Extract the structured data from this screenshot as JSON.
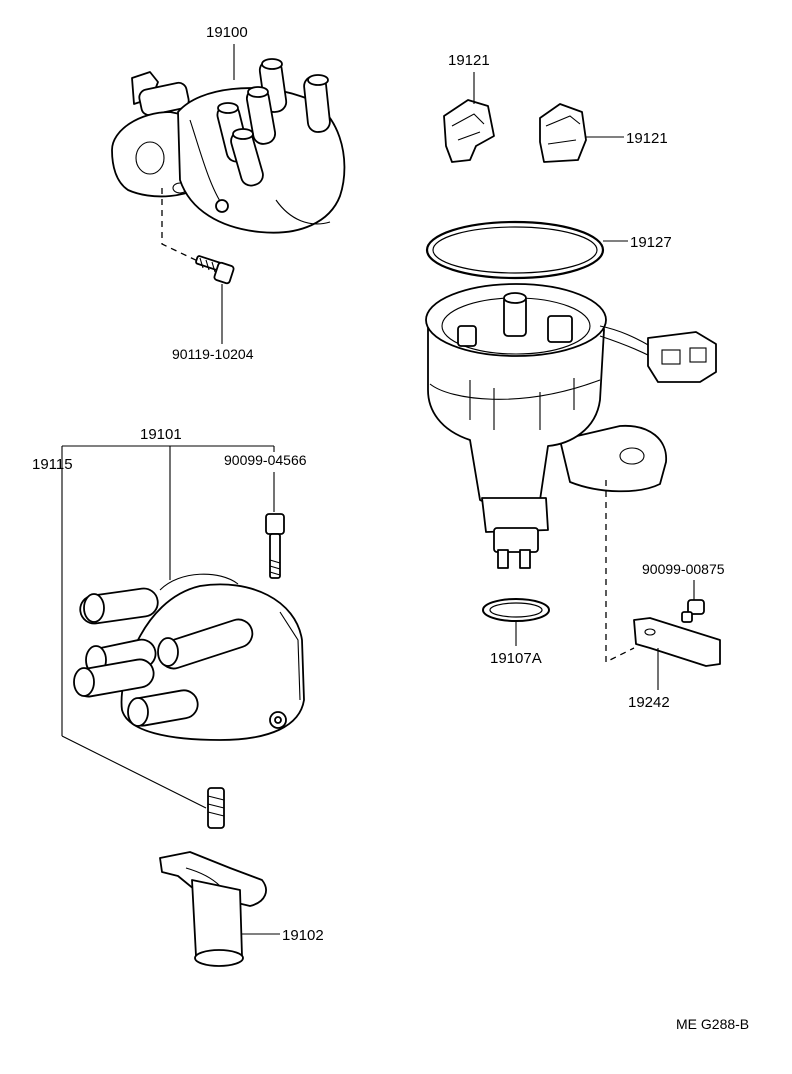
{
  "labels": {
    "distributor_assy": "19100",
    "bolt_main": "90119-10204",
    "igniter_clip_a": "19121",
    "igniter_clip_b": "19121",
    "o_ring_large": "19127",
    "cap_assy": "19101",
    "carbon_set": "19115",
    "cap_screw": "90099-04566",
    "o_ring_small": "19107A",
    "clamp_bolt": "90099-00875",
    "clamp": "19242",
    "rotor": "19102"
  },
  "reference_code": "ME G288-B",
  "icons": {
    "distributor_assembly": "distributor-assembly-icon",
    "distributor_housing": "distributor-housing-icon",
    "distributor_cap": "distributor-cap-icon",
    "rotor": "rotor-icon",
    "spring_carbon": "spring-carbon-icon",
    "bolt": "bolt-icon",
    "screw": "screw-icon",
    "clip": "clip-icon",
    "o_ring": "o-ring-icon",
    "clamp_bracket": "clamp-bracket-icon"
  }
}
